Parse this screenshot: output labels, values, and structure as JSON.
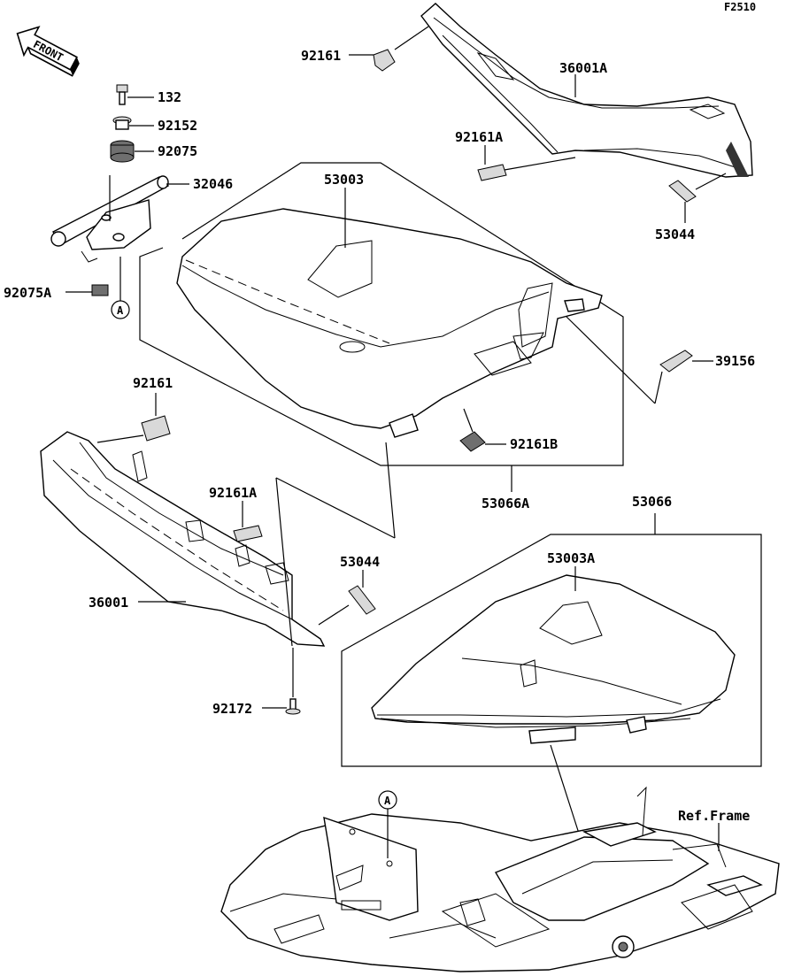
{
  "figure_code": "F2510",
  "front_arrow_text": "FRONT",
  "ref_frame_label": "Ref.Frame",
  "callout_a_letter": "A",
  "part_labels": {
    "p_92161_top": "92161",
    "p_36001A": "36001A",
    "p_92161A_top": "92161A",
    "p_53044_top": "53044",
    "p_132": "132",
    "p_92152": "92152",
    "p_92075": "92075",
    "p_32046": "32046",
    "p_92075A": "92075A",
    "p_53003": "53003",
    "p_39156": "39156",
    "p_92161B": "92161B",
    "p_53066A": "53066A",
    "p_92161_left": "92161",
    "p_92161A_left": "92161A",
    "p_53044_mid": "53044",
    "p_36001": "36001",
    "p_53066": "53066",
    "p_53003A": "53003A",
    "p_92172": "92172"
  }
}
